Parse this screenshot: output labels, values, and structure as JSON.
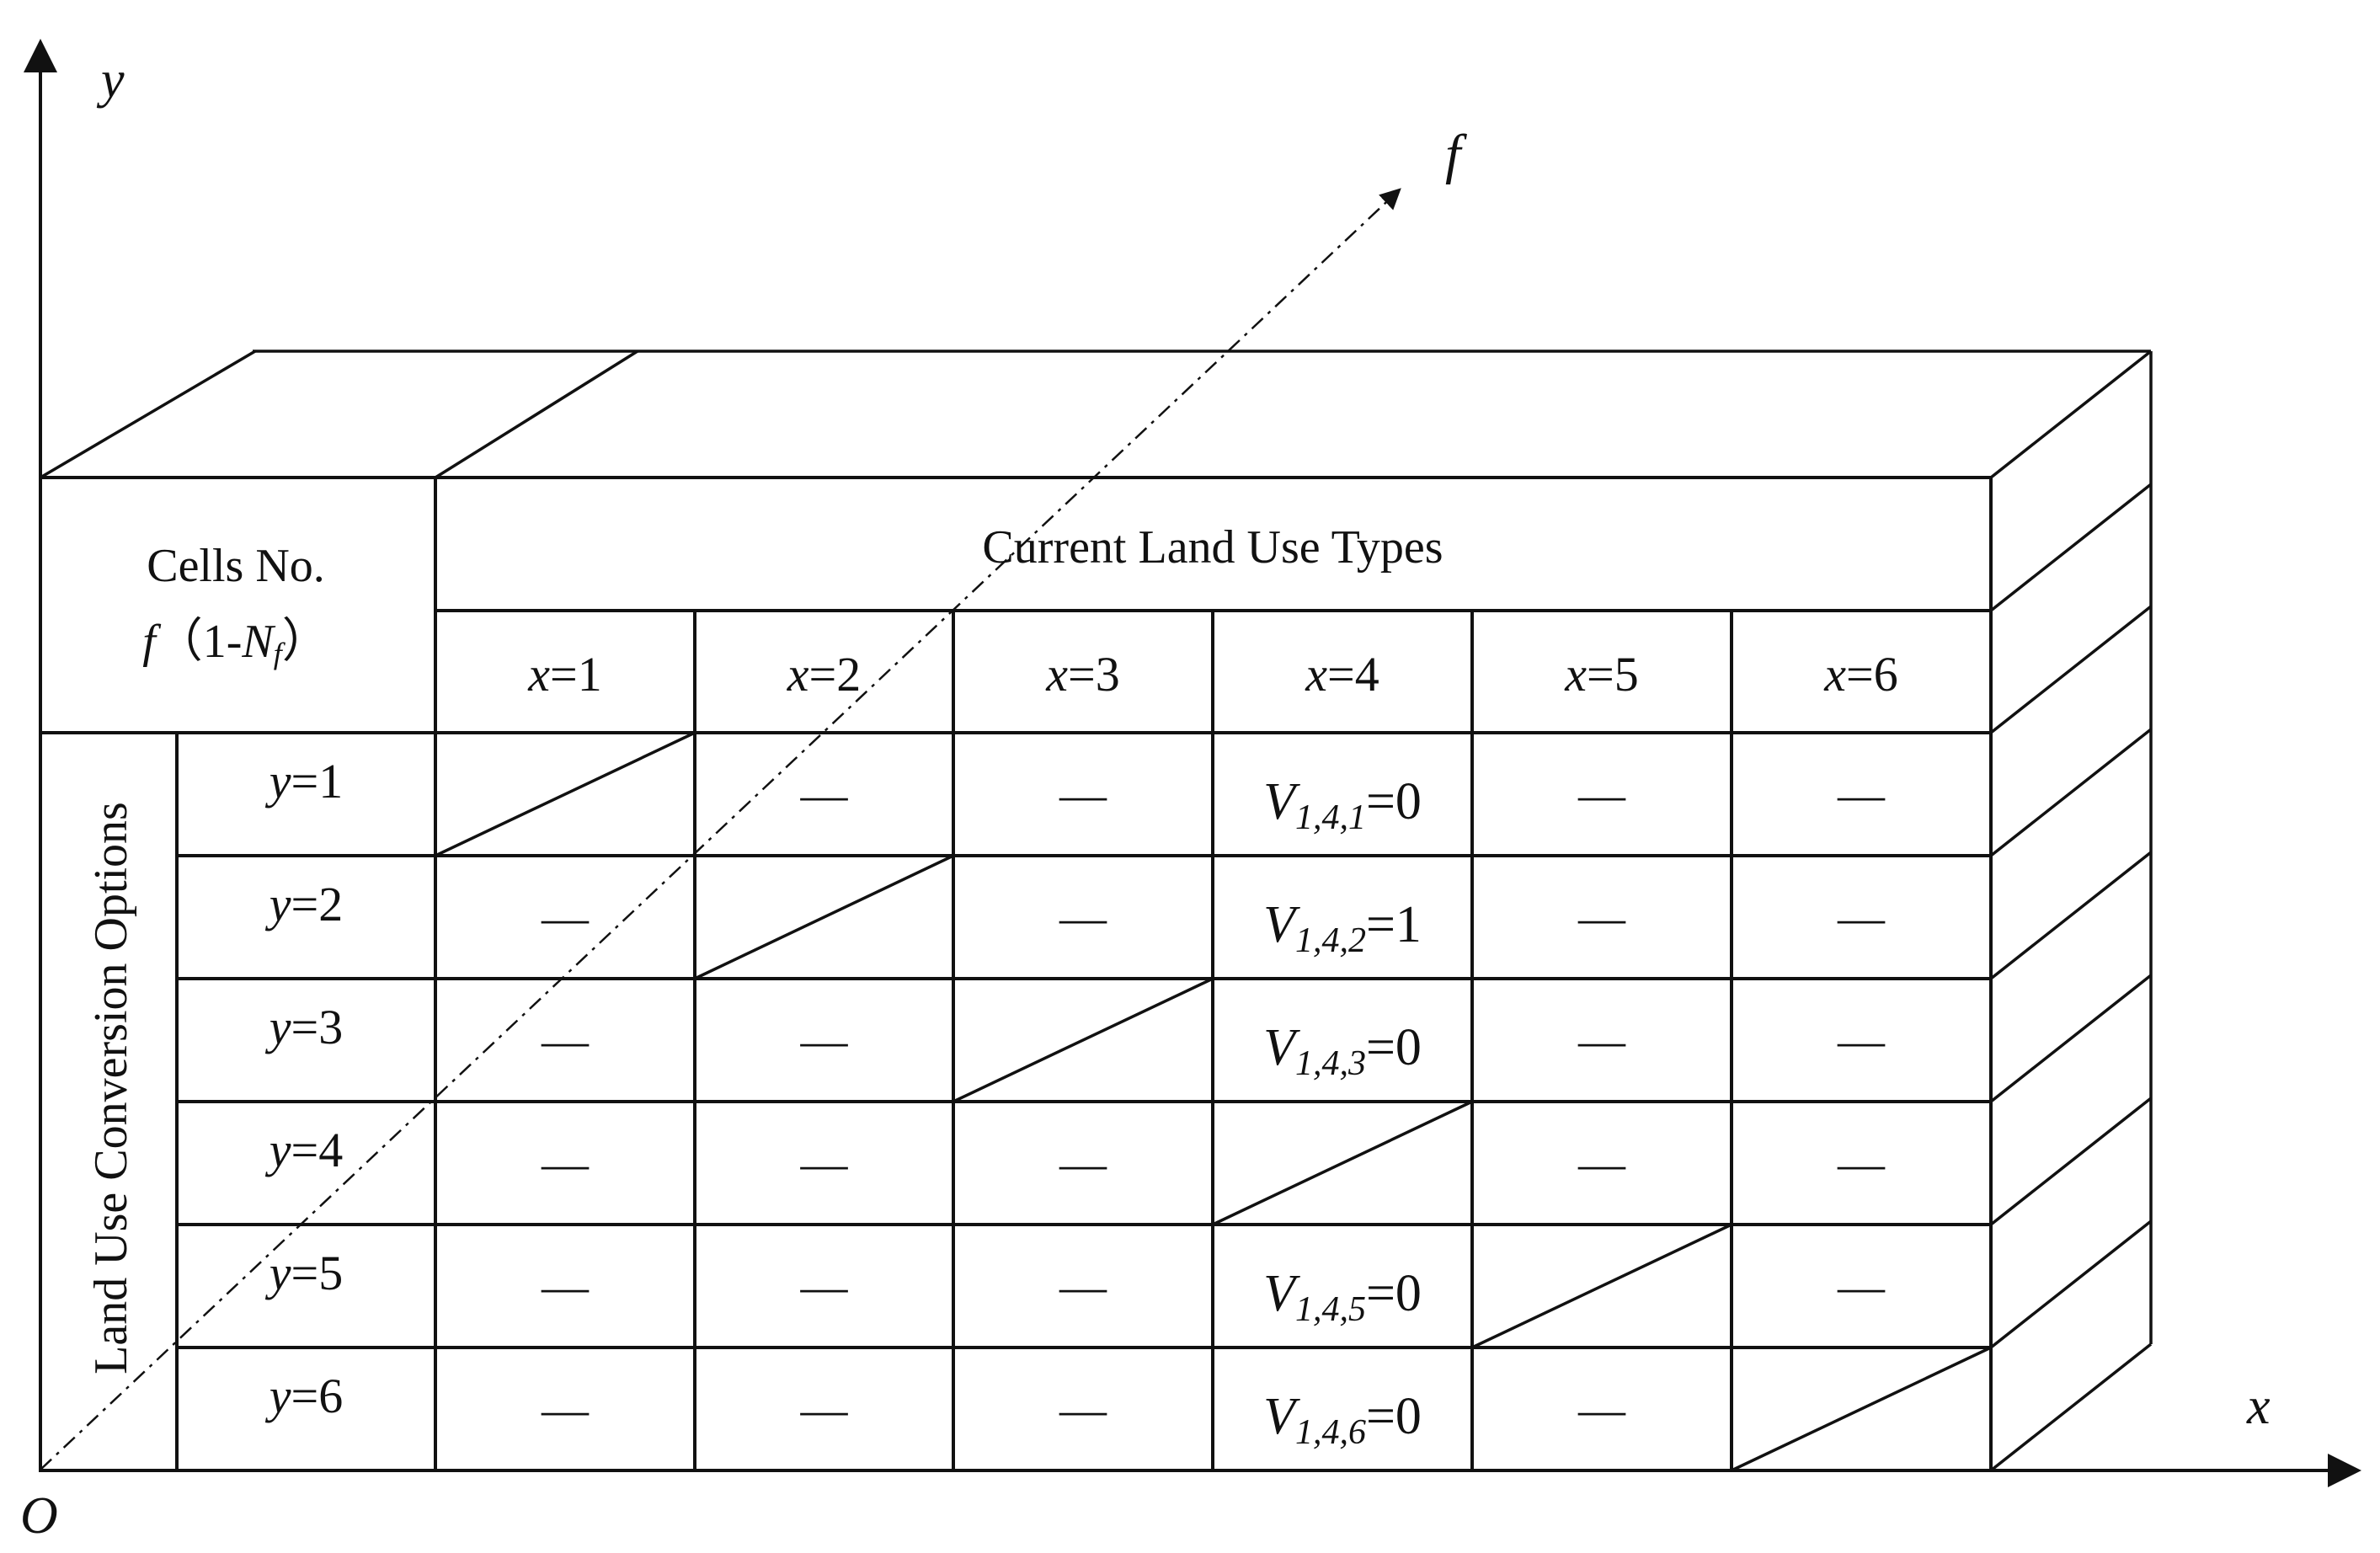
{
  "axes": {
    "x_label": "x",
    "y_label": "y",
    "f_label": "f",
    "origin_label": "O"
  },
  "table": {
    "corner_line1": "Cells No.",
    "corner_line2": {
      "f": "f",
      "open": "（1-",
      "n": "N",
      "sub": "f",
      "close": "）"
    },
    "header": "Current Land Use Types",
    "side_label": "Land Use Conversion Options",
    "columns": [
      {
        "var": "x",
        "eq": "=1"
      },
      {
        "var": "x",
        "eq": "=2"
      },
      {
        "var": "x",
        "eq": "=3"
      },
      {
        "var": "x",
        "eq": "=4"
      },
      {
        "var": "x",
        "eq": "=5"
      },
      {
        "var": "x",
        "eq": "=6"
      }
    ],
    "rows": [
      {
        "var": "y",
        "eq": "=1"
      },
      {
        "var": "y",
        "eq": "=2"
      },
      {
        "var": "y",
        "eq": "=3"
      },
      {
        "var": "y",
        "eq": "=4"
      },
      {
        "var": "y",
        "eq": "=5"
      },
      {
        "var": "y",
        "eq": "=6"
      }
    ],
    "dash": "—",
    "cells": [
      [
        "diag",
        "dash",
        "dash",
        {
          "sub": "1,4,1",
          "val": "=0"
        },
        "dash",
        "dash"
      ],
      [
        "dash",
        "diag",
        "dash",
        {
          "sub": "1,4,2",
          "val": "=1"
        },
        "dash",
        "dash"
      ],
      [
        "dash",
        "dash",
        "diag",
        {
          "sub": "1,4,3",
          "val": "=0"
        },
        "dash",
        "dash"
      ],
      [
        "dash",
        "dash",
        "dash",
        "diag",
        "dash",
        "dash"
      ],
      [
        "dash",
        "dash",
        "dash",
        {
          "sub": "1,4,5",
          "val": "=0"
        },
        "diag",
        "dash"
      ],
      [
        "dash",
        "dash",
        "dash",
        {
          "sub": "1,4,6",
          "val": "=0"
        },
        "dash",
        "diag"
      ]
    ],
    "value_symbol": "V"
  }
}
